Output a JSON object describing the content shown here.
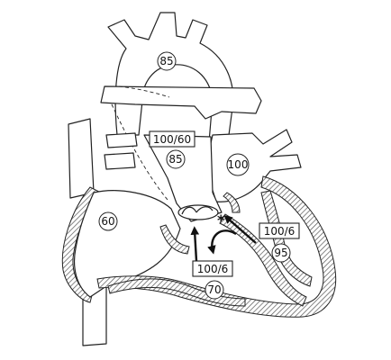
{
  "labels": {
    "aorta_sat": "85",
    "aorta_pressure": "100/60",
    "mid_sat": "85",
    "la_sat": "100",
    "ra_sat": "60",
    "lv_pressure": "100/6",
    "lv_sat": "95",
    "rv_pressure": "100/6",
    "rv_sat": "70",
    "asterisk": "*"
  },
  "colors": {
    "ink": "#222222",
    "hatch": "#555555",
    "background": "#ffffff"
  }
}
